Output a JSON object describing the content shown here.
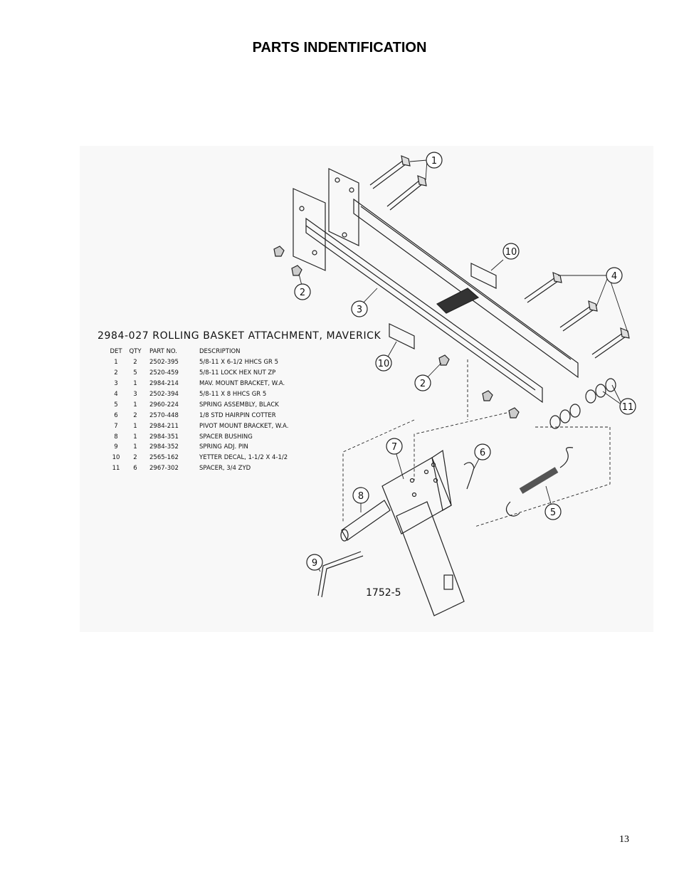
{
  "page": {
    "title": "PARTS INDENTIFICATION",
    "page_number": "13"
  },
  "drawing": {
    "legend_title": "2984-027 ROLLING BASKET ATTACHMENT, MAVERICK",
    "columns": [
      "DET",
      "QTY",
      "PART NO.",
      "DESCRIPTION"
    ],
    "parts": [
      {
        "det": "1",
        "qty": "2",
        "part_no": "2502-395",
        "description": "5/8-11 X 6-1/2 HHCS GR 5"
      },
      {
        "det": "2",
        "qty": "5",
        "part_no": "2520-459",
        "description": "5/8-11 LOCK HEX NUT ZP"
      },
      {
        "det": "3",
        "qty": "1",
        "part_no": "2984-214",
        "description": "MAV. MOUNT BRACKET, W.A."
      },
      {
        "det": "4",
        "qty": "3",
        "part_no": "2502-394",
        "description": "5/8-11 X 8 HHCS GR 5"
      },
      {
        "det": "5",
        "qty": "1",
        "part_no": "2960-224",
        "description": "SPRING ASSEMBLY, BLACK"
      },
      {
        "det": "6",
        "qty": "2",
        "part_no": "2570-448",
        "description": "1/8 STD HAIRPIN COTTER"
      },
      {
        "det": "7",
        "qty": "1",
        "part_no": "2984-211",
        "description": "PIVOT MOUNT BRACKET, W.A."
      },
      {
        "det": "8",
        "qty": "1",
        "part_no": "2984-351",
        "description": "SPACER BUSHING"
      },
      {
        "det": "9",
        "qty": "1",
        "part_no": "2984-352",
        "description": "SPRING ADJ. PIN"
      },
      {
        "det": "10",
        "qty": "2",
        "part_no": "2565-162",
        "description": "YETTER DECAL, 1-1/2 X 4-1/2"
      },
      {
        "det": "11",
        "qty": "6",
        "part_no": "2967-302",
        "description": "SPACER, 3/4 ZYD"
      }
    ],
    "callouts": [
      "1",
      "2",
      "3",
      "4",
      "5",
      "6",
      "7",
      "8",
      "9",
      "10",
      "10",
      "2",
      "11"
    ],
    "drawing_id": "1752-5"
  }
}
